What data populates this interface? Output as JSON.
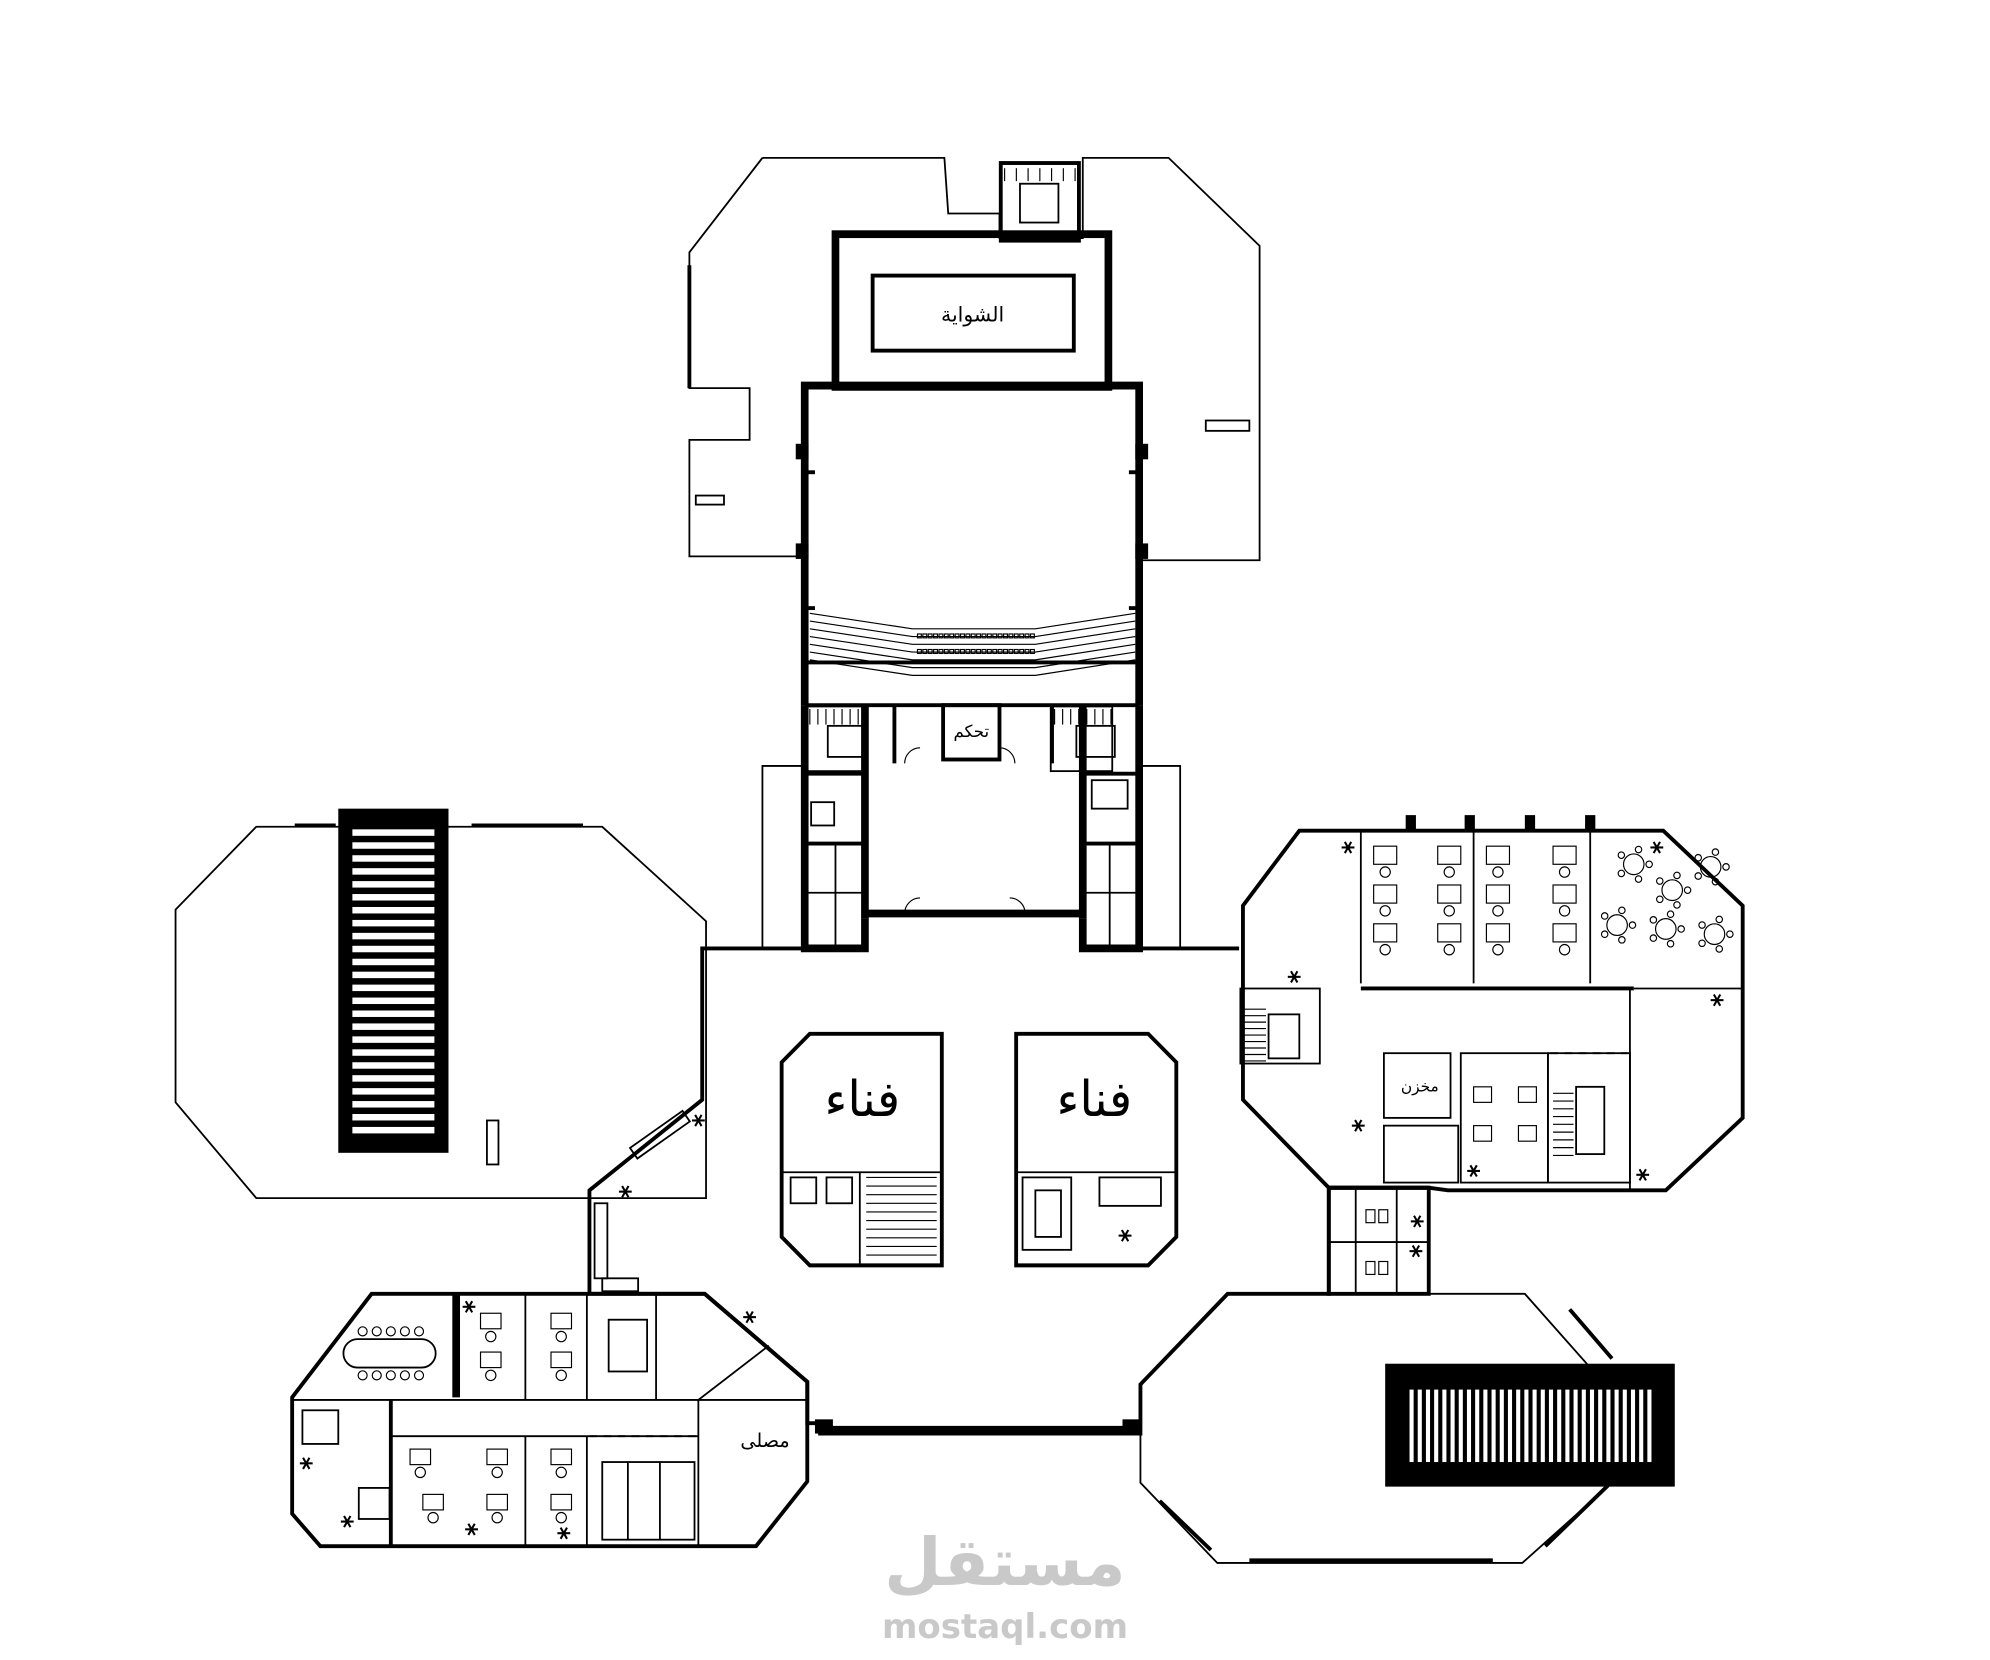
{
  "rooms": {
    "grill": "الشواية",
    "control": "تحكم",
    "courtyard_left": "فناء",
    "courtyard_right": "فناء",
    "storage": "مخزن",
    "prayer_room": "مصلى"
  },
  "watermark": {
    "brand_ar": "مستقل",
    "brand_en": "mostaql.com"
  }
}
